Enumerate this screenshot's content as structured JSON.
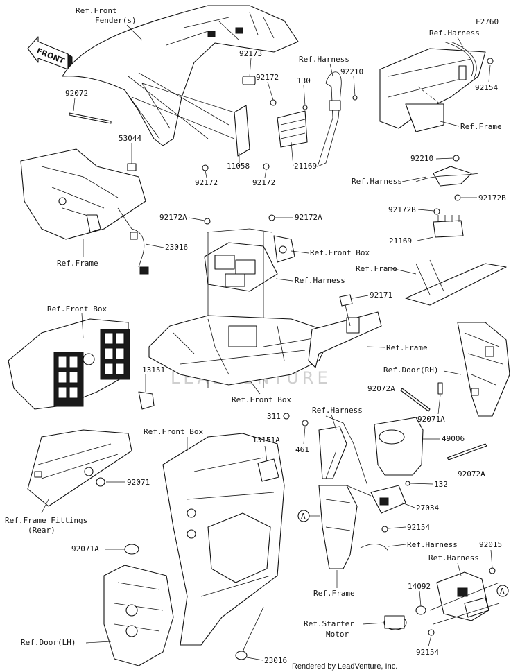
{
  "diagram": {
    "code": "F2760",
    "direction_label": "FRONT",
    "watermark": "LEADVENTURE",
    "footer": "Rendered by LeadVenture, Inc.",
    "callout": "A",
    "labels": [
      "Ref.Front",
      "Fender(s)",
      "Ref.Harness",
      "92154",
      "Ref.Frame",
      "92173",
      "92172",
      "130",
      "Ref.Harness",
      "92210",
      "92072",
      "53044",
      "21169",
      "11058",
      "92172",
      "92172",
      "92210",
      "Ref.Harness",
      "92172B",
      "92172B",
      "21169",
      "Ref.Frame",
      "92172A",
      "92172A",
      "23016",
      "Ref.Frame",
      "Ref.Front Box",
      "Ref.Harness",
      "92171",
      "Ref.Frame",
      "Ref.Front Box",
      "13151",
      "Ref.Door(RH)",
      "92072A",
      "92071A",
      "Ref.Front Box",
      "311",
      "Ref.Harness",
      "Ref.Front Box",
      "13151A",
      "461",
      "49006",
      "92071",
      "92072A",
      "132",
      "Ref.Frame Fittings",
      "(Rear)",
      "27034",
      "92154",
      "Ref.Harness",
      "92071A",
      "92015",
      "Ref.Harness",
      "14092",
      "Ref.Frame",
      "Ref.Starter",
      "Motor",
      "Ref.Door(LH)",
      "92154",
      "23016"
    ]
  }
}
